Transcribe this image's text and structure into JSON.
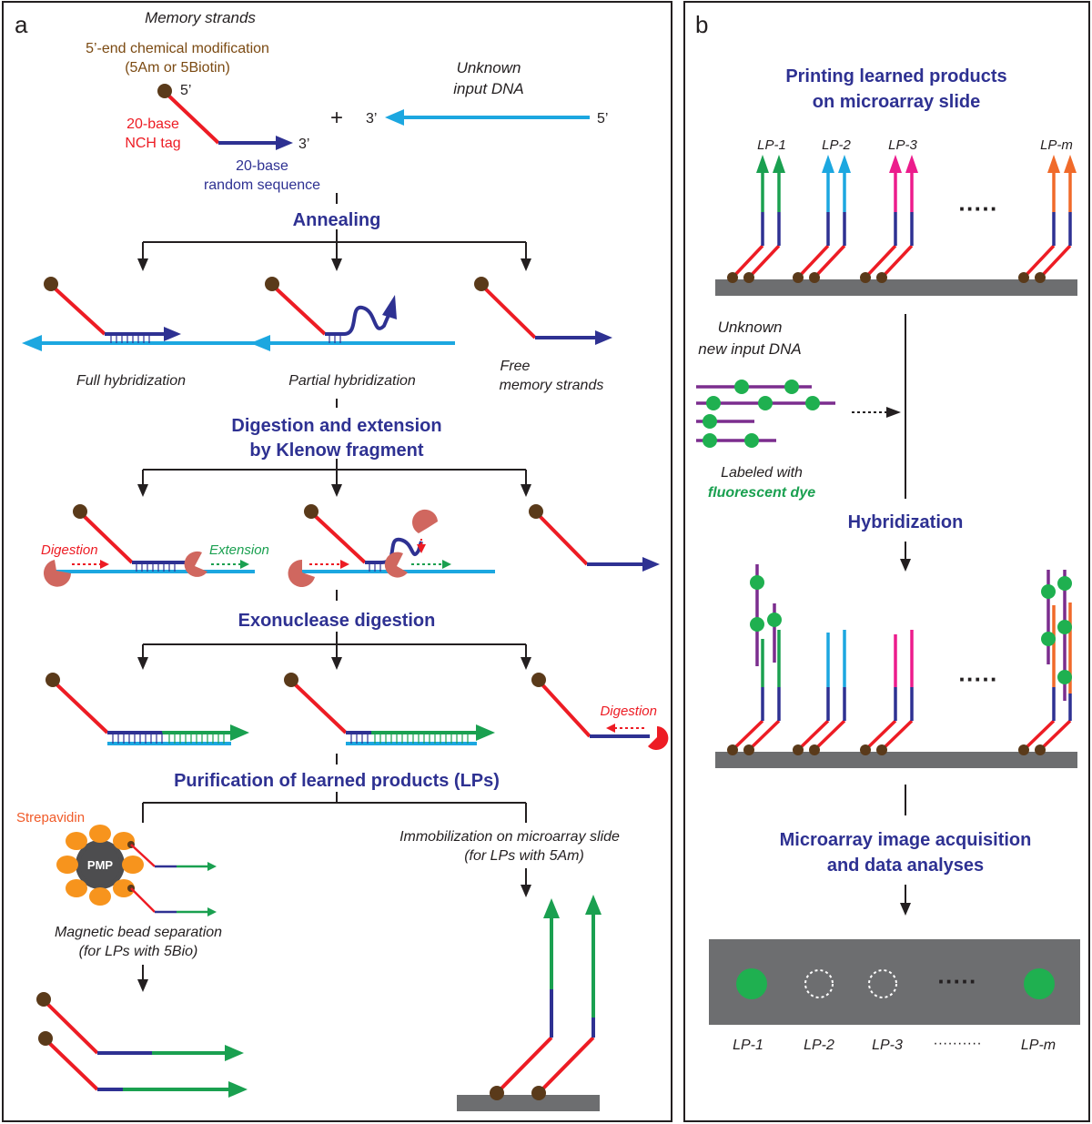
{
  "panel_a": {
    "letter": "a",
    "memory_strands_title": "Memory strands",
    "mod_label_1": "5’-end chemical modification",
    "mod_label_2": "(5Am or 5Biotin)",
    "five_prime": "5’",
    "three_prime": "3’",
    "nch_line1": "20-base",
    "nch_line2": "NCH tag",
    "random_line1": "20-base",
    "random_line2": "random sequence",
    "plus": "+",
    "input_line1": "Unknown",
    "input_line2": "input DNA",
    "step_annealing": "Annealing",
    "full_hyb": "Full hybridization",
    "partial_hyb": "Partial hybridization",
    "free_line1": "Free",
    "free_line2": "memory strands",
    "step_klenow_1": "Digestion and extension",
    "step_klenow_2": "by Klenow fragment",
    "digestion": "Digestion",
    "extension": "Extension",
    "step_exo": "Exonuclease digestion",
    "digestion_2": "Digestion",
    "step_purify": "Purification of learned products (LPs)",
    "strepavidin": "Strepavidin",
    "pmp": "PMP",
    "magnetic_1": "Magnetic bead separation",
    "magnetic_2": "(for LPs with 5Bio)",
    "immob_1": "Immobilization on microarray slide",
    "immob_2": "(for LPs with 5Am)"
  },
  "panel_b": {
    "letter": "b",
    "title_1": "Printing learned products",
    "title_2": "on microarray slide",
    "lp_labels": [
      "LP-1",
      "LP-2",
      "LP-3",
      "LP-m"
    ],
    "dots": "·····",
    "input_1": "Unknown",
    "input_2": "new input DNA",
    "labeled_1": "Labeled with",
    "labeled_2": "fluorescent dye",
    "step_hyb": "Hybridization",
    "step_acq_1": "Microarray image acquisition",
    "step_acq_2": "and data analyses",
    "bottom_labels": [
      "LP-1",
      "LP-2",
      "LP-3",
      "··········",
      "LP-m"
    ]
  },
  "colors": {
    "nch_red": "#ed1c24",
    "random_blue": "#2e3192",
    "input_cyan": "#1ca7e0",
    "extension_green": "#1aa050",
    "bead_brown": "#5a3a1a",
    "mod_brown": "#7b4a12",
    "heading_blue": "#2e3192",
    "slide_gray": "#6d6e70",
    "spot_green": "#1fb050",
    "lp_cyan": "#1ca7e0",
    "lp_magenta": "#ec1c8c",
    "lp_orange": "#f06a2a",
    "dye_purple": "#7b2d8e",
    "klenow_pink": "#d0675f",
    "strepavidin_orange": "#f7941d",
    "exo_red": "#ed1c24"
  },
  "icons": [
    "klenow-enzyme-icon",
    "exonuclease-icon",
    "magnetic-bead-icon",
    "fluorescent-dye-icon"
  ]
}
